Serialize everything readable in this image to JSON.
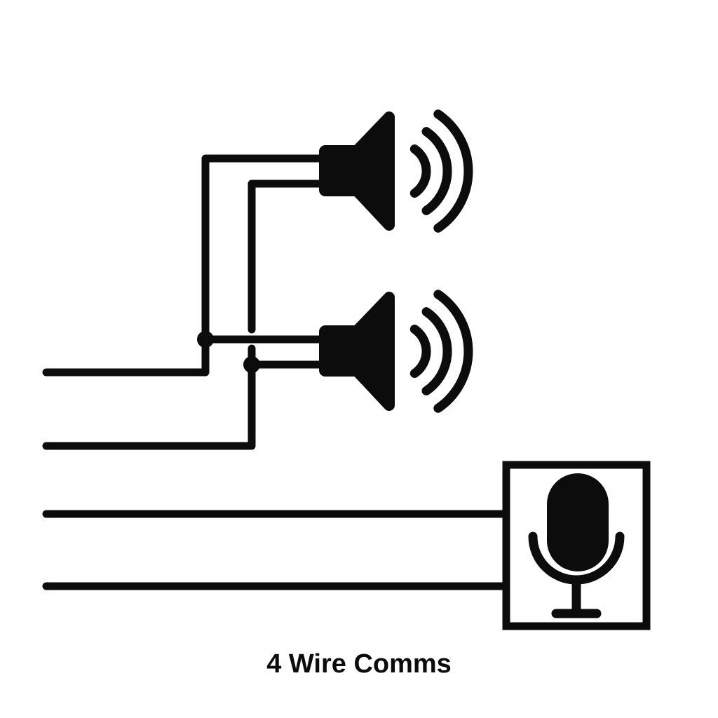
{
  "diagram": {
    "caption": "4 Wire Comms",
    "colors": {
      "ink": "#0c0c0c",
      "background": "#ffffff"
    },
    "icons": {
      "speaker_top": "loudspeaker-with-sound-waves",
      "speaker_middle": "loudspeaker-with-sound-waves",
      "microphone": "microphone-in-box"
    },
    "wire_count": 4
  }
}
